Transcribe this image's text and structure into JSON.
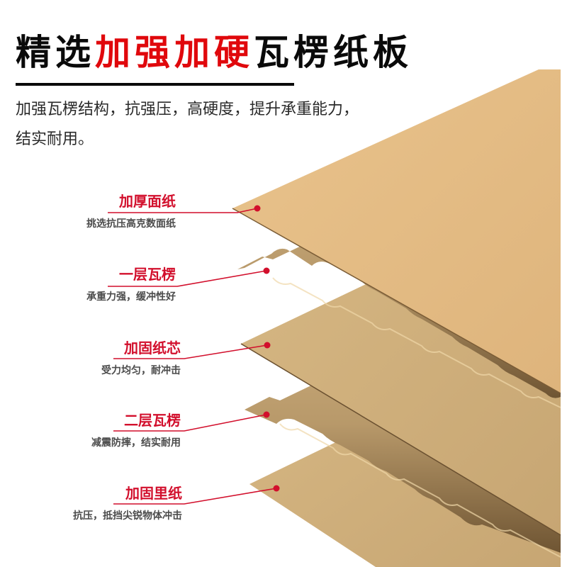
{
  "header": {
    "title_prefix": "精选",
    "title_highlight": "加强加硬",
    "title_suffix": "瓦楞纸板",
    "subtitle_line1": "加强瓦楞结构，抗强压，高硬度，提升承重能力，",
    "subtitle_line2": "结实耐用。"
  },
  "layers": [
    {
      "title": "加厚面纸",
      "desc": "挑选抗压高克数面纸"
    },
    {
      "title": "一层瓦楞",
      "desc": "承重力强，缓冲性好"
    },
    {
      "title": "加固纸芯",
      "desc": "受力均匀，耐冲击"
    },
    {
      "title": "二层瓦楞",
      "desc": "减震防摔，结实耐用"
    },
    {
      "title": "加固里纸",
      "desc": "抗压，抵挡尖锐物体冲击"
    }
  ],
  "colors": {
    "accent_red": "#e0080c",
    "callout_red": "#d20f2c",
    "kraft_light": "#e3bb84",
    "kraft_mid": "#cfae7c",
    "kraft_dark": "#8a6c44"
  }
}
